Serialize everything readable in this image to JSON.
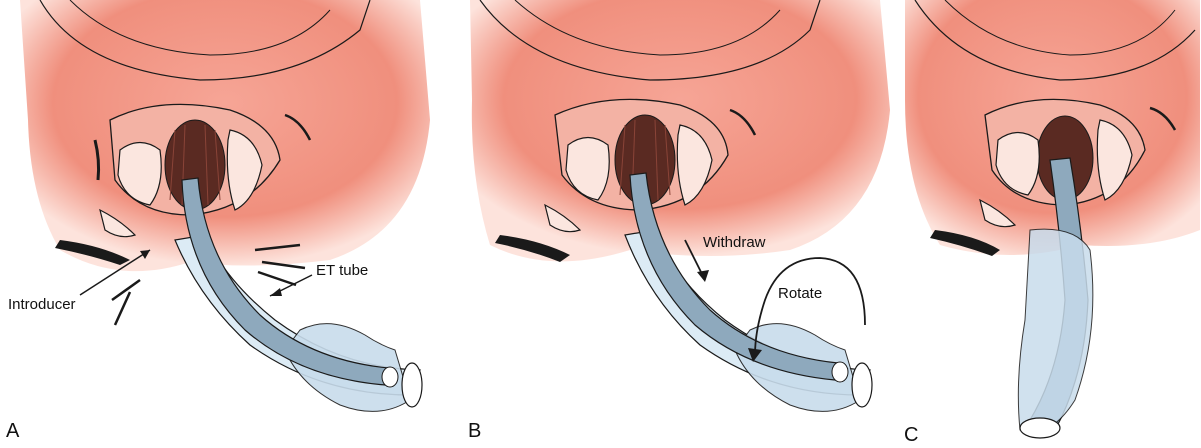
{
  "figure": {
    "panels": [
      {
        "letter": "A",
        "labels": {
          "introducer": "Introducer",
          "et_tube": "ET tube"
        }
      },
      {
        "letter": "B",
        "labels": {
          "withdraw": "Withdraw",
          "rotate": "Rotate"
        }
      },
      {
        "letter": "C"
      }
    ]
  },
  "colors": {
    "tissue": "#f08f7d",
    "tissue_light": "#fbd3c8",
    "tube_fill": "#b9cfe0",
    "tube_light": "#dcebf5",
    "introducer": "#8ea9bd",
    "outline": "#1a1a1a"
  }
}
